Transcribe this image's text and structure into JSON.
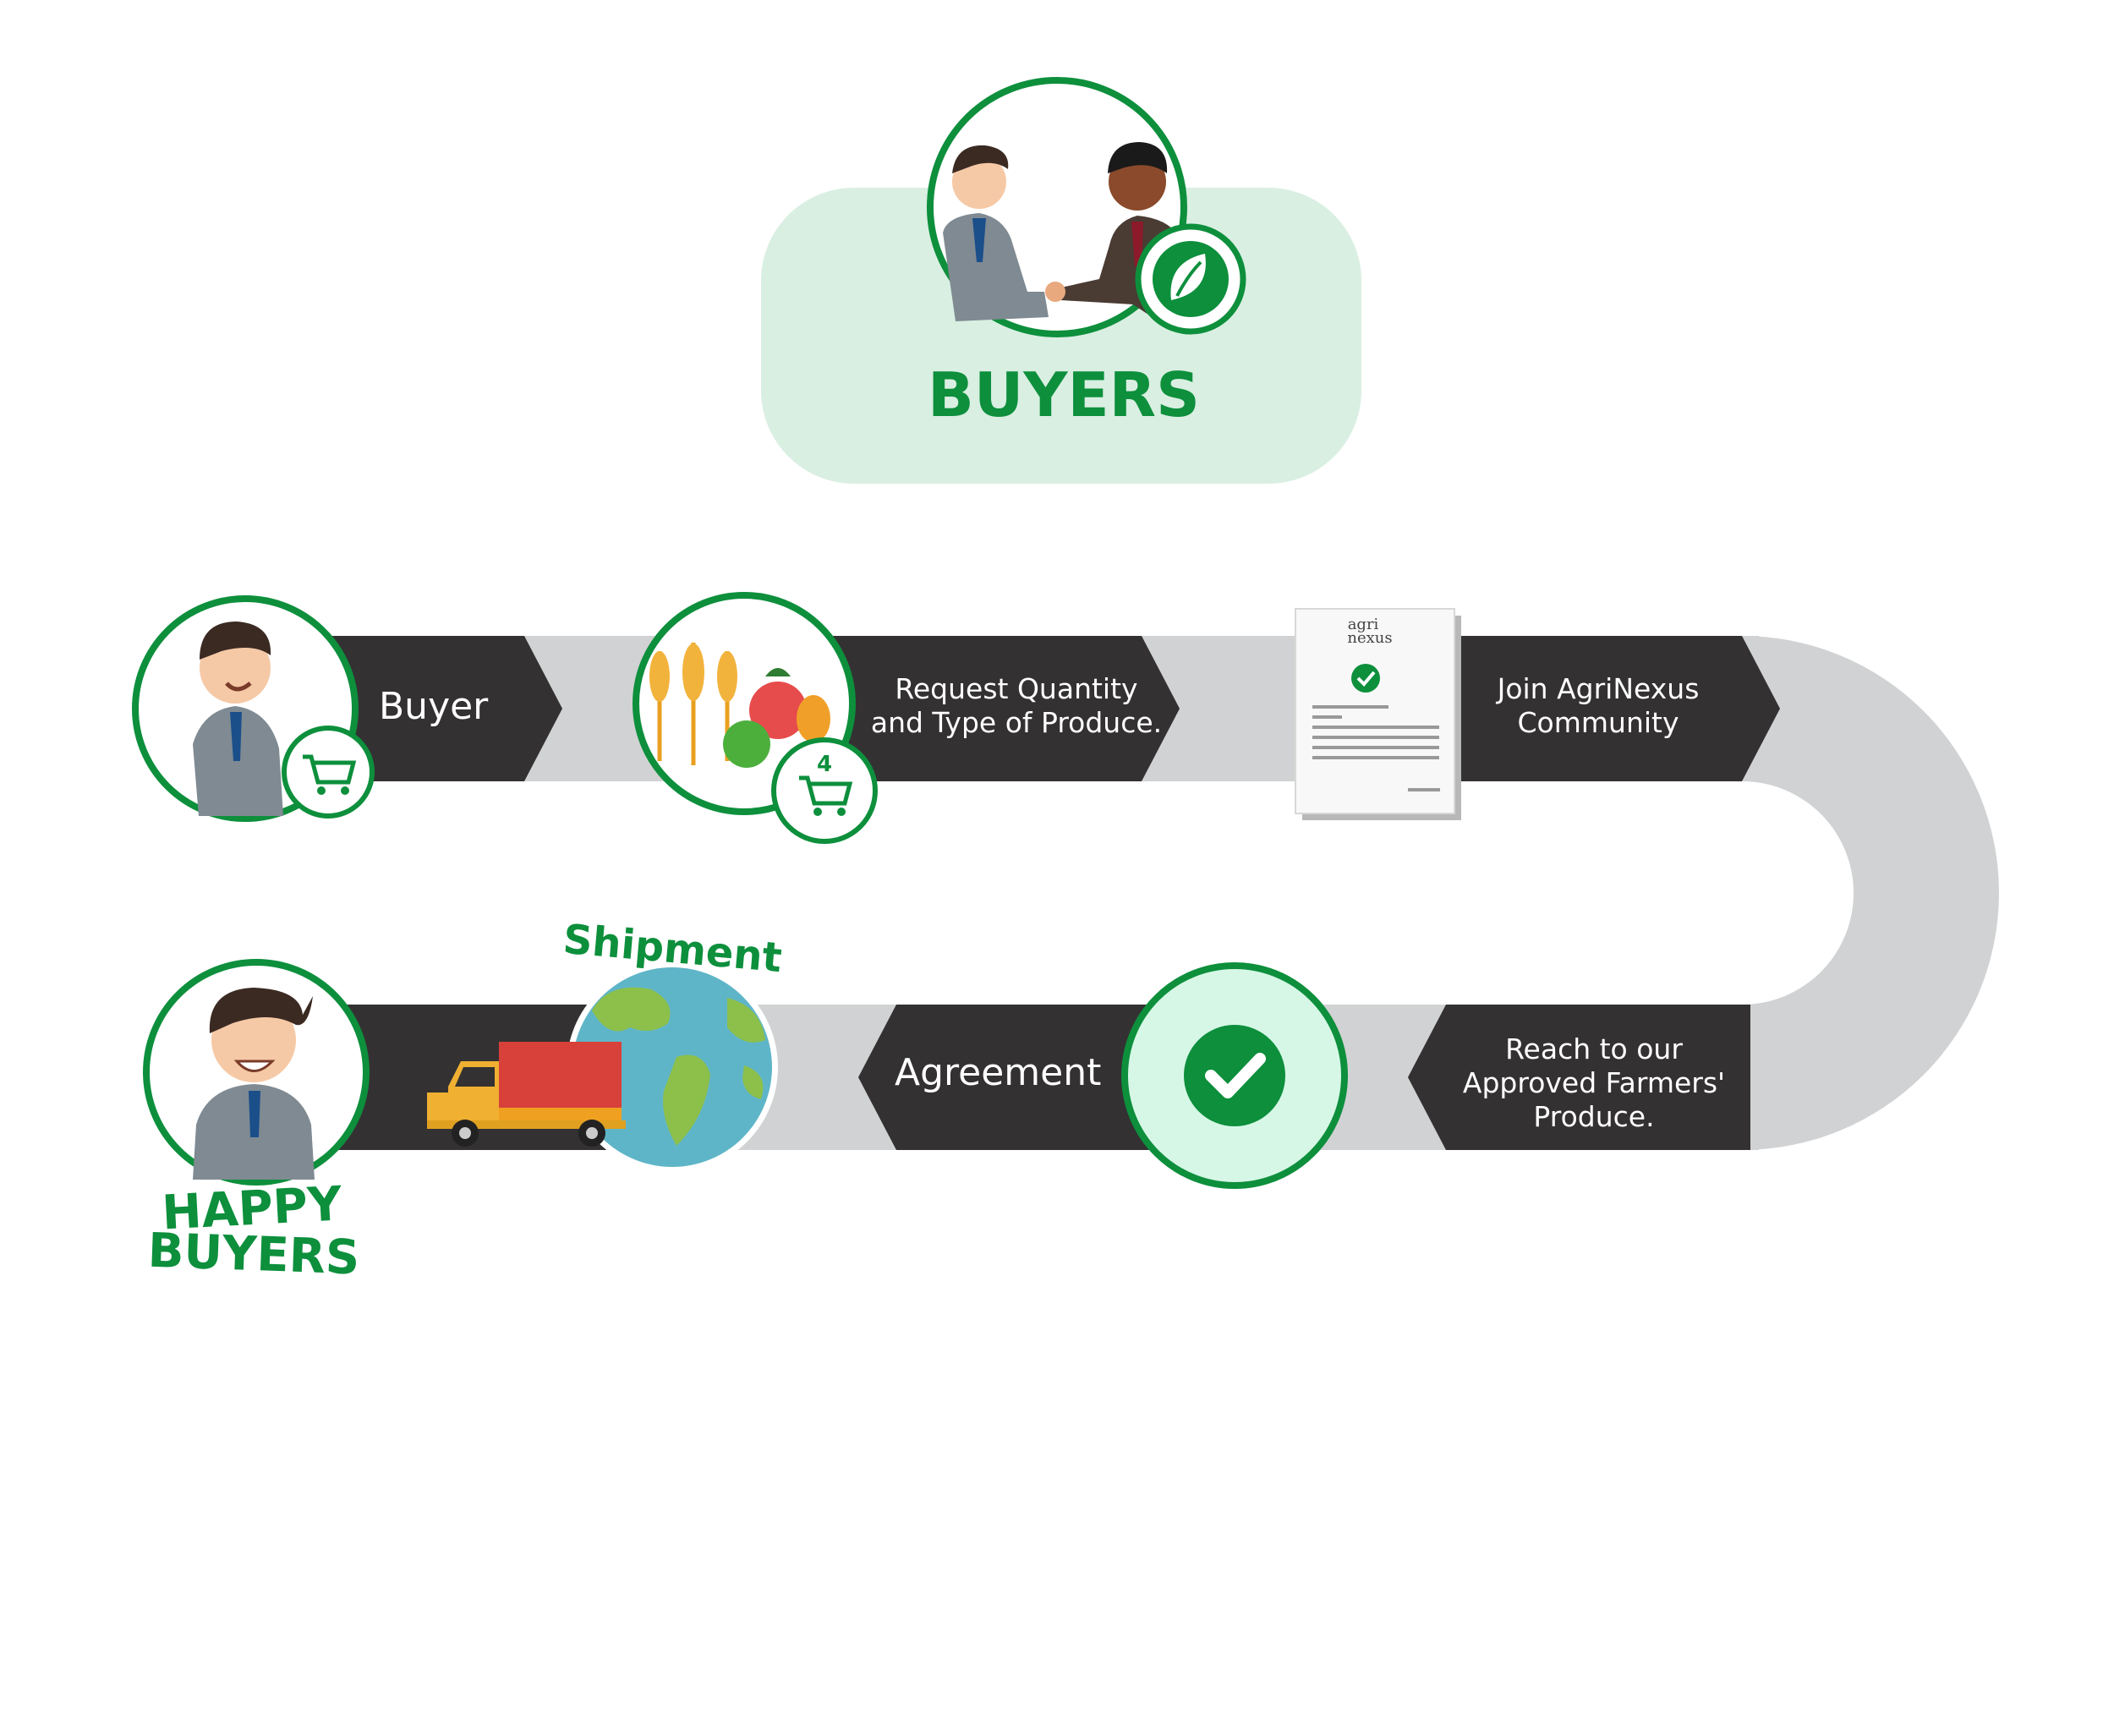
{
  "header": {
    "title": "BUYERS"
  },
  "steps": {
    "buyer": {
      "label": "Buyer"
    },
    "request": {
      "line1": "Request Quantity",
      "line2": "and Type of Produce.",
      "cart_count": "4"
    },
    "join": {
      "line1": "Join AgriNexus",
      "line2": "Community"
    },
    "reach": {
      "line1": "Reach to our",
      "line2": "Approved Farmers'",
      "line3": "Produce."
    },
    "agreement": {
      "label": "Agreement"
    },
    "shipment": {
      "label": "Shipment"
    },
    "happy": {
      "line1": "HAPPY",
      "line2": "BUYERS"
    }
  },
  "document": {
    "logo_line1": "agri",
    "logo_line2": "nexus"
  },
  "colors": {
    "brand_green": "#0d8f3c",
    "light_green": "#d9efe2",
    "dark_band": "#333132",
    "road_gray": "#d1d2d3",
    "check_bg": "#d6f7e6"
  },
  "icons": [
    "handshake-icon",
    "leaf-icon",
    "cart-icon",
    "wheat-icon",
    "check-icon",
    "truck-icon",
    "globe-icon",
    "document-icon"
  ]
}
